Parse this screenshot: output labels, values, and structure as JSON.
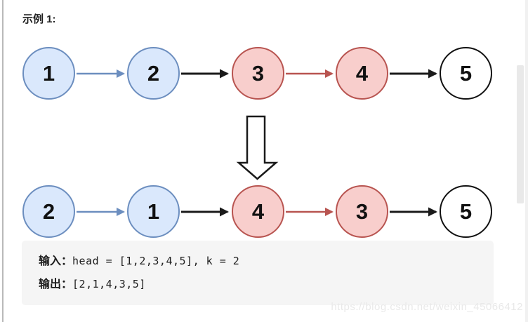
{
  "title": "示例 1:",
  "diagram": {
    "top_list": {
      "nodes": [
        {
          "value": "1",
          "color": "blue"
        },
        {
          "value": "2",
          "color": "blue"
        },
        {
          "value": "3",
          "color": "red"
        },
        {
          "value": "4",
          "color": "red"
        },
        {
          "value": "5",
          "color": "white"
        }
      ],
      "arrow_colors": [
        "blue",
        "black",
        "red",
        "black"
      ]
    },
    "transform": "hollow-down-arrow",
    "bottom_list": {
      "nodes": [
        {
          "value": "2",
          "color": "blue"
        },
        {
          "value": "1",
          "color": "blue"
        },
        {
          "value": "4",
          "color": "red"
        },
        {
          "value": "3",
          "color": "red"
        },
        {
          "value": "5",
          "color": "white"
        }
      ],
      "arrow_colors": [
        "blue",
        "black",
        "red",
        "black"
      ]
    },
    "colors": {
      "blue_fill": "#dae8fc",
      "blue_border": "#6c8ebf",
      "red_fill": "#f8cecc",
      "red_border": "#b85450",
      "white_fill": "#ffffff",
      "white_border": "#111111",
      "arrow_blue": "#6c8ebf",
      "arrow_black": "#1a1a1a",
      "arrow_red": "#b85450"
    }
  },
  "example": {
    "input_label": "输入：",
    "input_value": "head = [1,2,3,4,5], k = 2",
    "output_label": "输出：",
    "output_value": "[2,1,4,3,5]"
  },
  "watermark": "https://blog.csdn.net/weixin_45066412"
}
